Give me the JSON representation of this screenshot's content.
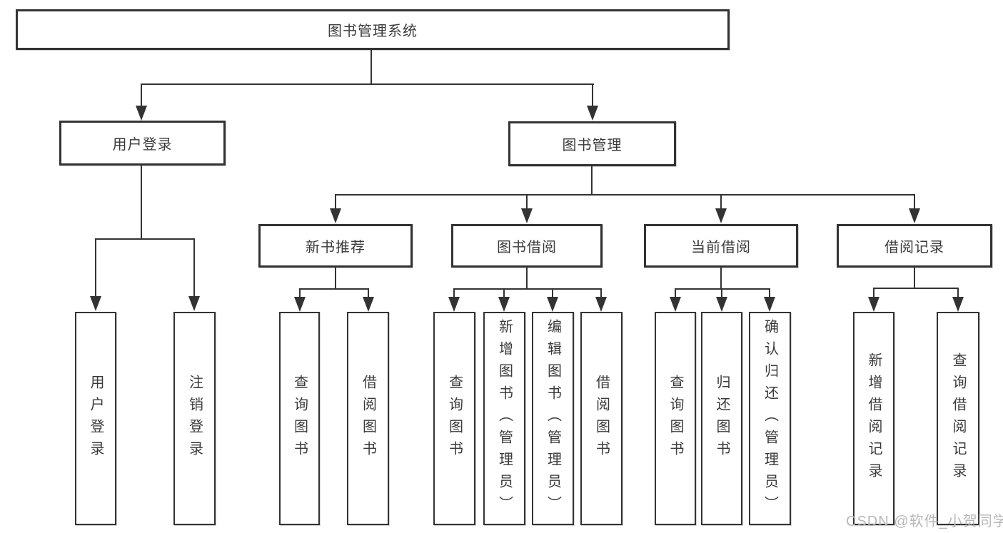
{
  "diagram_title": "图书管理系统",
  "tree": {
    "root": {
      "label": "图书管理系统"
    },
    "branches": [
      {
        "label": "用户登录",
        "children": [
          {
            "label": "用户登录"
          },
          {
            "label": "注销登录"
          }
        ]
      },
      {
        "label": "图书管理",
        "children": [
          {
            "label": "新书推荐",
            "children": [
              {
                "label": "查询图书"
              },
              {
                "label": "借阅图书"
              }
            ]
          },
          {
            "label": "图书借阅",
            "children": [
              {
                "label": "查询图书"
              },
              {
                "label": "新增图书（管理员）"
              },
              {
                "label": "编辑图书（管理员）"
              },
              {
                "label": "借阅图书"
              }
            ]
          },
          {
            "label": "当前借阅",
            "children": [
              {
                "label": "查询图书"
              },
              {
                "label": "归还图书"
              },
              {
                "label": "确认归还（管理员）"
              }
            ]
          },
          {
            "label": "借阅记录",
            "children": [
              {
                "label": "新增借阅记录"
              },
              {
                "label": "查询借阅记录"
              }
            ]
          }
        ]
      }
    ]
  },
  "watermark": {
    "text": "CSDN @软件_小贺同学",
    "color": "#b8b8b8"
  },
  "colors": {
    "line": "#333333",
    "text": "#3a3a3a",
    "background": "#ffffff"
  }
}
